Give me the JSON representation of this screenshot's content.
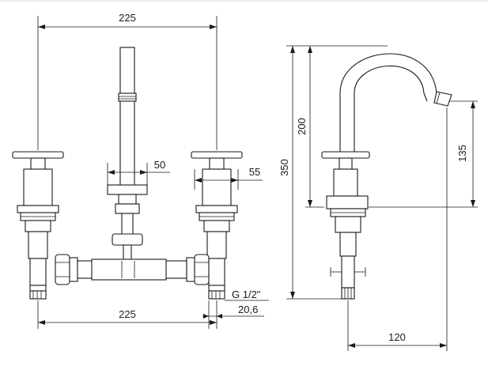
{
  "dimensions": {
    "front_top_width": "225",
    "spout_width": "50",
    "handle_width": "55",
    "front_bottom_width": "225",
    "thread": "G 1/2\"",
    "inlet_width": "20,6",
    "side_overall_height": "350",
    "side_spout_height": "200",
    "side_outlet_height": "135",
    "side_reach": "120"
  },
  "colors": {
    "line": "#1a1a1a",
    "background": "#ffffff"
  }
}
